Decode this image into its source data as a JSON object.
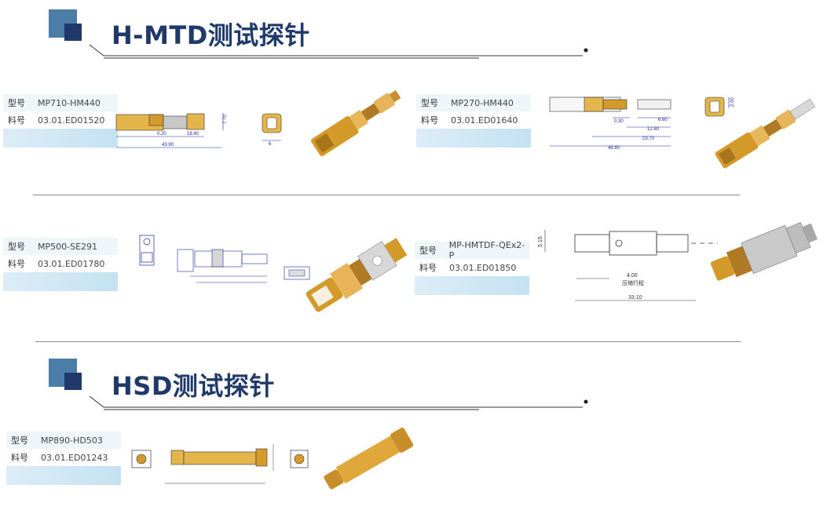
{
  "sections": [
    {
      "title": "H-MTD测试探针"
    },
    {
      "title": "HSD测试探针"
    }
  ],
  "labels": {
    "model": "型号",
    "part": "料号"
  },
  "products": [
    {
      "model": "MP710-HM440",
      "part": "03.01.ED01520"
    },
    {
      "model": "MP270-HM440",
      "part": "03.01.ED01640"
    },
    {
      "model": "MP500-SE291",
      "part": "03.01.ED01780"
    },
    {
      "model": "MP-HMTDF-QEx2-P",
      "part": "03.01.ED01850"
    },
    {
      "model": "MP890-HD503",
      "part": "03.01.ED01243"
    }
  ],
  "dims": {
    "p1": [
      "0.20",
      "18.40",
      "43.90",
      "7.70",
      "6"
    ],
    "p2": [
      "0.30",
      "6.60",
      "12.80",
      "23.70",
      "48.80",
      "2.00"
    ],
    "p4": [
      "5.15",
      "4.00",
      "压缩行程",
      "33.10"
    ]
  },
  "colors": {
    "accent": "#4a7ea6",
    "navy": "#1f3a6a",
    "gold": "#d39a2a",
    "dim": "#1a2a9a"
  }
}
